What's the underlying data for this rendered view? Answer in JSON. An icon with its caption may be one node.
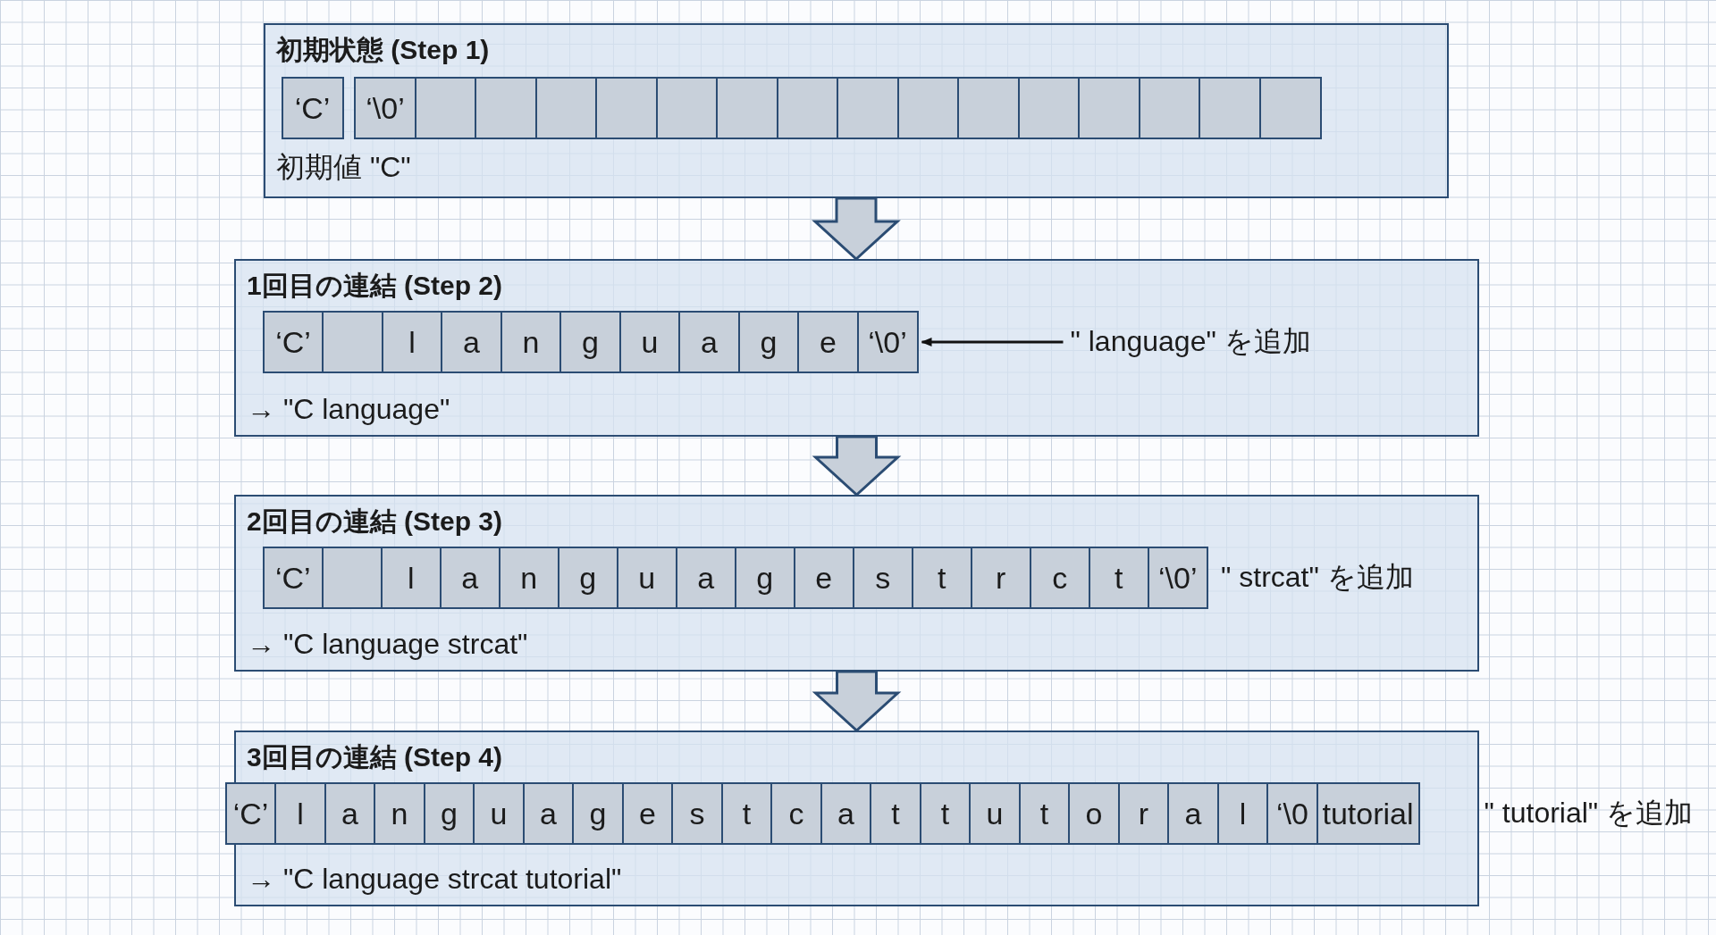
{
  "diagram": {
    "nodes": [
      {
        "text": [
          "初期状態 (Step 1)",
          "初期値 \"C\""
        ]
      },
      {
        "text": [
          "‘C’"
        ],
        "in": 0
      },
      {
        "text": [
          "‘\\0’"
        ],
        "in": 0
      },
      {
        "text": [],
        "shape": "box",
        "in": 0
      },
      {
        "text": [],
        "shape": "box",
        "in": 0
      },
      {
        "text": [],
        "shape": "box",
        "in": 0
      },
      {
        "text": [],
        "shape": "box",
        "in": 0
      },
      {
        "text": [],
        "shape": "box",
        "in": 0
      },
      {
        "text": [],
        "shape": "box",
        "in": 0
      },
      {
        "text": [],
        "shape": "box",
        "in": 0
      },
      {
        "text": [],
        "shape": "box",
        "in": 0
      },
      {
        "text": [],
        "shape": "box",
        "in": 0
      },
      {
        "text": [],
        "shape": "box",
        "in": 0
      },
      {
        "text": [],
        "shape": "box",
        "in": 0
      },
      {
        "text": [],
        "shape": "box",
        "in": 0
      },
      {
        "text": [],
        "shape": "box",
        "in": 0
      },
      {
        "text": [],
        "shape": "box",
        "in": 0
      },
      {
        "text": [],
        "shape": "box",
        "in": 0
      },
      {
        "text": [
          "1回目の連結 (Step 2)",
          "→ \"C language\""
        ]
      },
      {
        "text": [
          "‘C’"
        ],
        "in": 18
      },
      {
        "text": [],
        "shape": "box",
        "in": 18
      },
      {
        "text": [
          "l"
        ],
        "in": 18
      },
      {
        "text": [
          "a"
        ],
        "in": 18
      },
      {
        "text": [
          "n"
        ],
        "in": 18
      },
      {
        "text": [
          "g"
        ],
        "in": 18
      },
      {
        "text": [
          "u"
        ],
        "in": 18
      },
      {
        "text": [
          "a"
        ],
        "in": 18
      },
      {
        "text": [
          "g"
        ],
        "in": 18
      },
      {
        "text": [
          "e"
        ],
        "in": 18
      },
      {
        "text": [
          "‘\\0’"
        ],
        "in": 18
      },
      {
        "text": [
          "\" language\" を追加"
        ],
        "in": 18
      },
      {
        "text": [
          "2回目の連結 (Step 3)",
          "→ \"C language strcat\""
        ]
      },
      {
        "text": [
          "‘C’"
        ],
        "in": 31
      },
      {
        "text": [],
        "shape": "box",
        "in": 31
      },
      {
        "text": [
          "l"
        ],
        "in": 31
      },
      {
        "text": [
          "a"
        ],
        "in": 31
      },
      {
        "text": [
          "n"
        ],
        "in": 31
      },
      {
        "text": [
          "g"
        ],
        "in": 31
      },
      {
        "text": [
          "u"
        ],
        "in": 31
      },
      {
        "text": [
          "a"
        ],
        "in": 31
      },
      {
        "text": [
          "g"
        ],
        "in": 31
      },
      {
        "text": [
          "e"
        ],
        "in": 31
      },
      {
        "text": [
          "s"
        ],
        "in": 31
      },
      {
        "text": [
          "t"
        ],
        "in": 31
      },
      {
        "text": [
          "r"
        ],
        "in": 31
      },
      {
        "text": [
          "c"
        ],
        "in": 31
      },
      {
        "text": [
          "t"
        ],
        "in": 31
      },
      {
        "text": [
          "‘\\0’"
        ],
        "in": 31
      },
      {
        "text": [
          "3回目の連結 (Step 4)",
          "→ \"C language strcat tutorial\""
        ]
      },
      {
        "text": [
          "‘C’"
        ],
        "in": 48
      },
      {
        "text": [
          "l"
        ],
        "in": 48
      },
      {
        "text": [
          "a"
        ],
        "in": 48
      },
      {
        "text": [
          "n"
        ],
        "in": 48
      },
      {
        "text": [
          "g"
        ],
        "in": 48
      },
      {
        "text": [
          "u"
        ],
        "in": 48
      },
      {
        "text": [
          "a"
        ],
        "in": 48
      },
      {
        "text": [
          "g"
        ],
        "in": 48
      },
      {
        "text": [
          "e"
        ],
        "in": 48
      },
      {
        "text": [
          "s"
        ],
        "in": 48
      },
      {
        "text": [
          "t"
        ],
        "in": 48
      },
      {
        "text": [
          "c"
        ],
        "in": 48
      },
      {
        "text": [
          "a"
        ],
        "in": 48
      },
      {
        "text": [
          "t"
        ],
        "in": 48
      },
      {
        "text": [
          "t"
        ],
        "in": 48
      },
      {
        "text": [
          "u"
        ],
        "in": 48
      },
      {
        "text": [
          "t"
        ],
        "in": 48
      },
      {
        "text": [
          "o"
        ],
        "in": 48
      },
      {
        "text": [
          "r"
        ],
        "in": 48
      },
      {
        "text": [
          "a"
        ],
        "in": 48
      },
      {
        "text": [
          "l"
        ],
        "in": 48
      },
      {
        "text": [
          "‘\\0"
        ],
        "in": 48
      },
      {
        "text": [
          "tutorial"
        ],
        "in": 48
      }
    ],
    "edges": [
      {
        "from": 0,
        "to": 18,
        "arrow": "to",
        "style": "thick"
      },
      {
        "from": 18,
        "to": 31,
        "arrow": "to",
        "style": "thick"
      },
      {
        "from": 31,
        "to": 48,
        "arrow": "to",
        "style": "thick"
      },
      {
        "from": 30,
        "to": 29,
        "arrow": "to"
      }
    ],
    "labels": [
      "\" strcat\" を追加",
      "\" tutorial\" を追加"
    ]
  }
}
